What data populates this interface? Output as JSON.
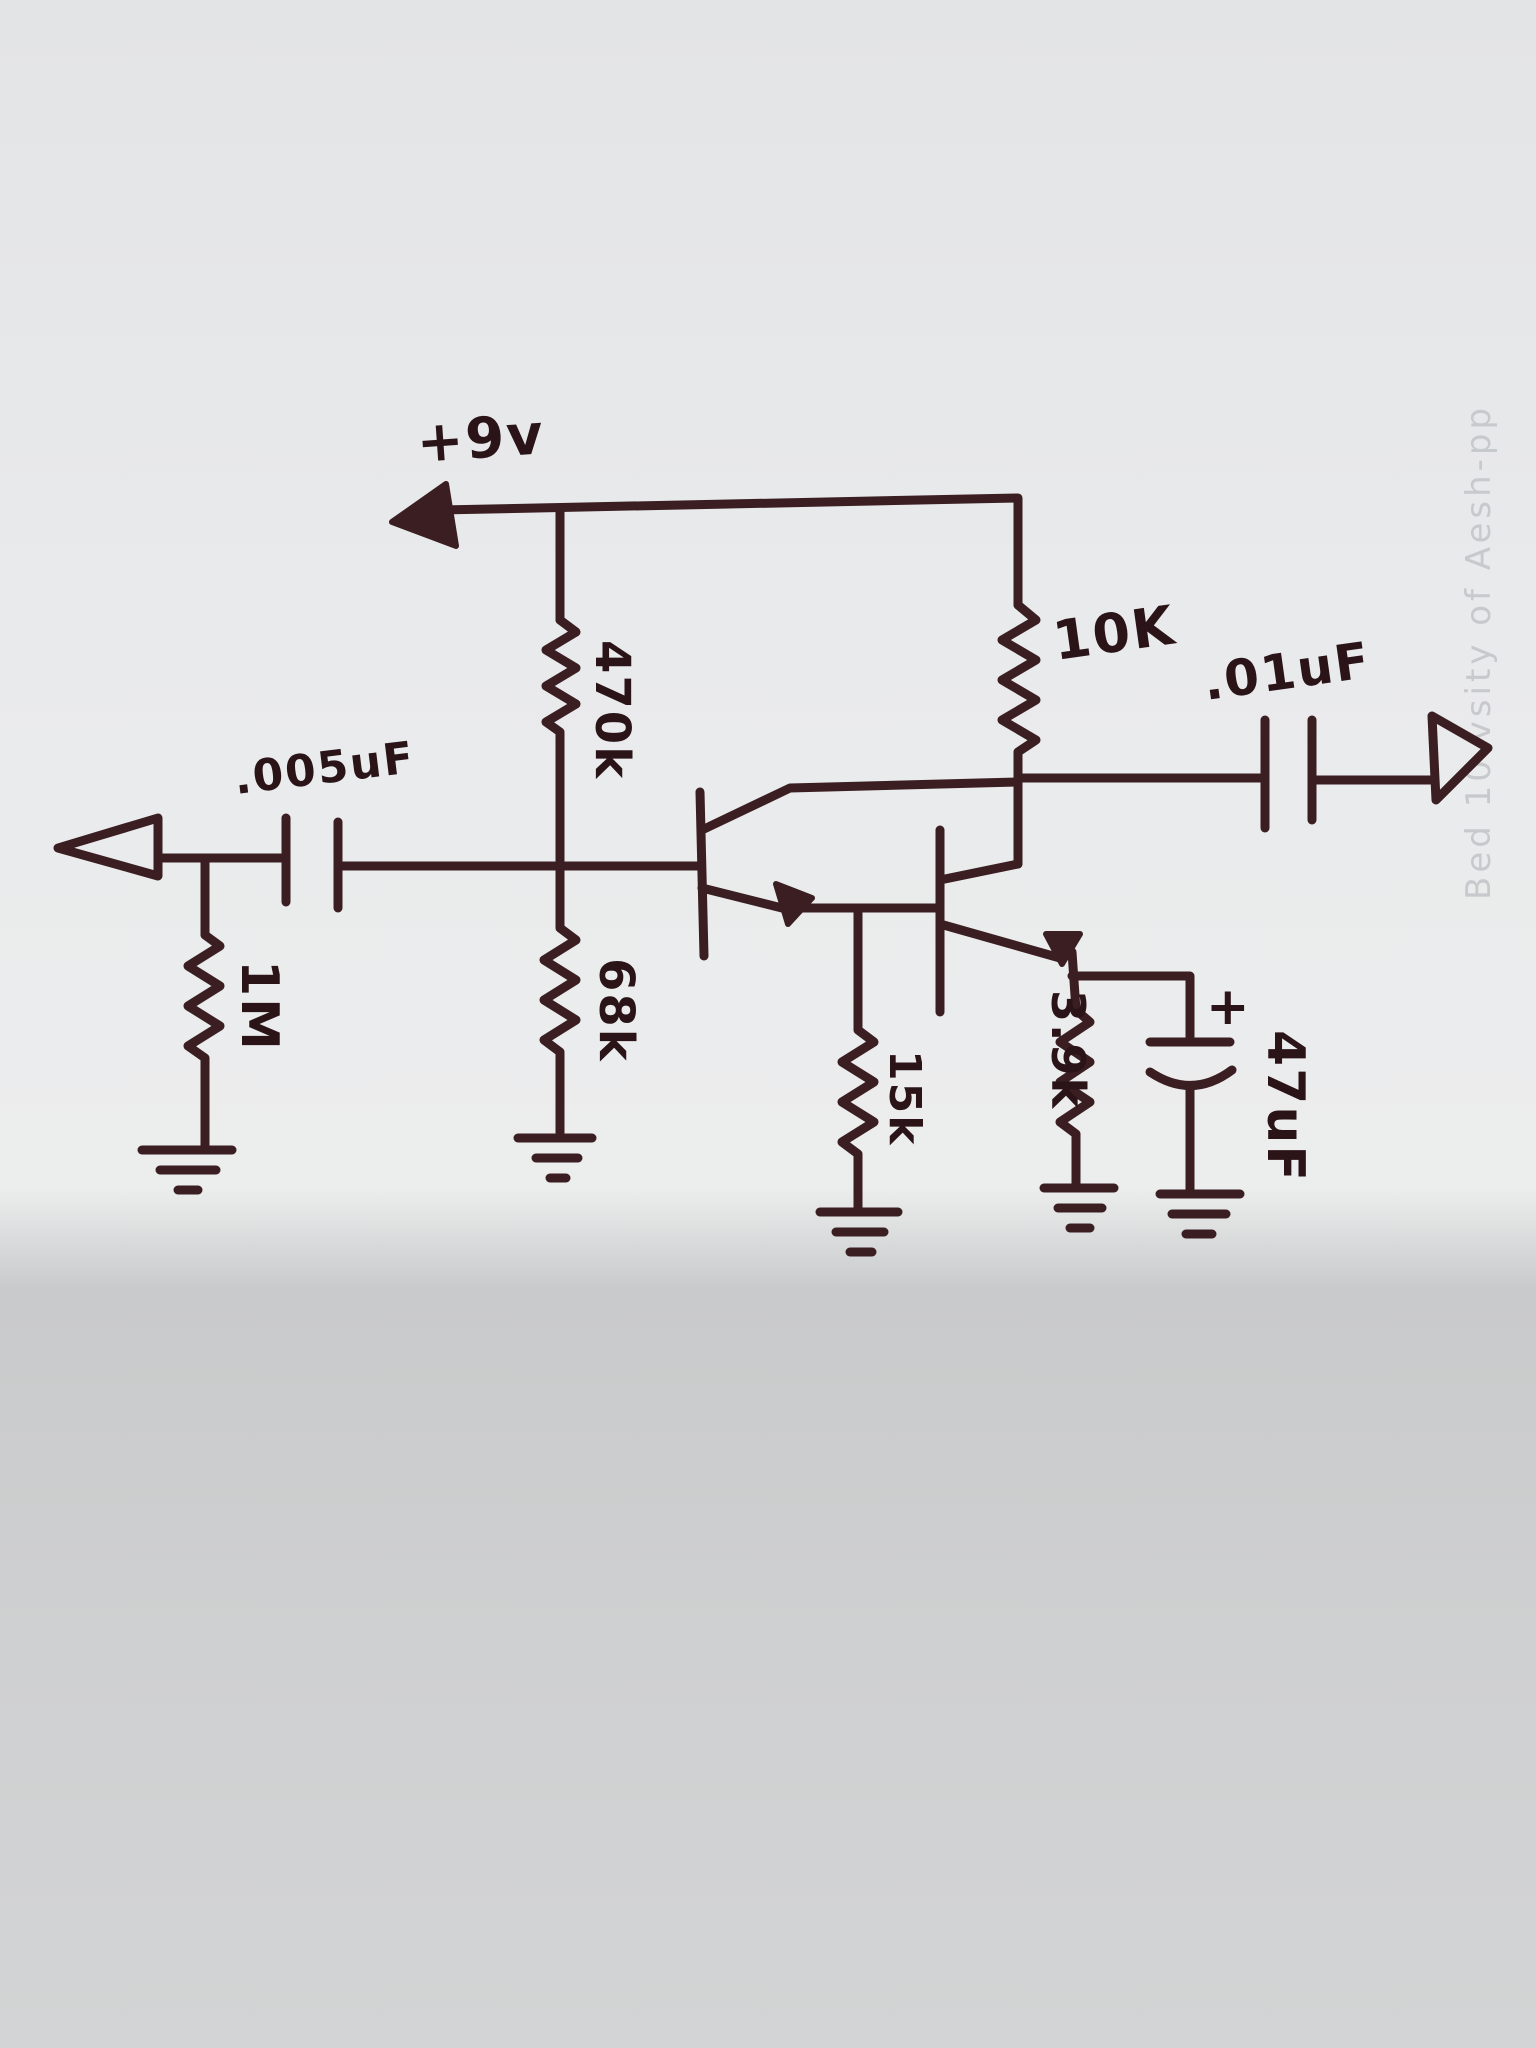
{
  "labels": {
    "supply": "+9v",
    "r_top": "470k",
    "r_collector": "10K",
    "c_output": ".01uF",
    "c_input": ".005uF",
    "r_input": "1M",
    "r_bottom": "68k",
    "r_emitter1": "15k",
    "r_emitter2": "3.9k",
    "c_bypass_polarity": "+",
    "c_bypass": "47uF"
  },
  "background_text": "Bed 10 vsity of Aesh-pp"
}
